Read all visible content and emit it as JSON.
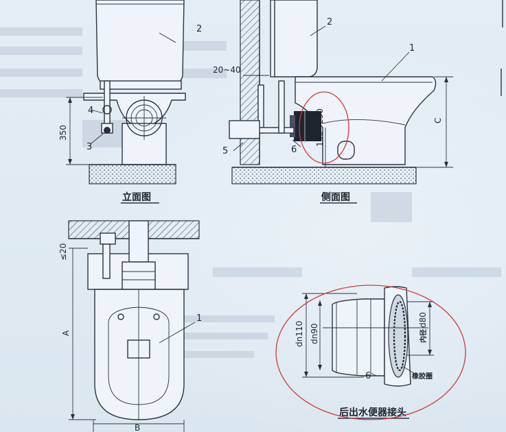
{
  "views": {
    "front": {
      "title": "立面图",
      "dim_height": "350",
      "callouts": [
        "2",
        "4",
        "3"
      ]
    },
    "side": {
      "title": "侧面图",
      "dim_offset": "20~40",
      "dim_height": "150~230",
      "dim_c": "C",
      "callouts": [
        "2",
        "1",
        "5",
        "6"
      ]
    },
    "plan": {
      "dim_gap": "≤20",
      "dim_a": "A",
      "dim_b": "B",
      "callouts": [
        "1"
      ]
    },
    "detail": {
      "title": "后出水便器接头",
      "dim_outer": "dn110",
      "dim_inner": "dn90",
      "dim_bore": "d80",
      "bore_note": "内径",
      "seal_note": "橡胶圈",
      "callout": "6"
    }
  },
  "highlight_color": "#d13a3a"
}
